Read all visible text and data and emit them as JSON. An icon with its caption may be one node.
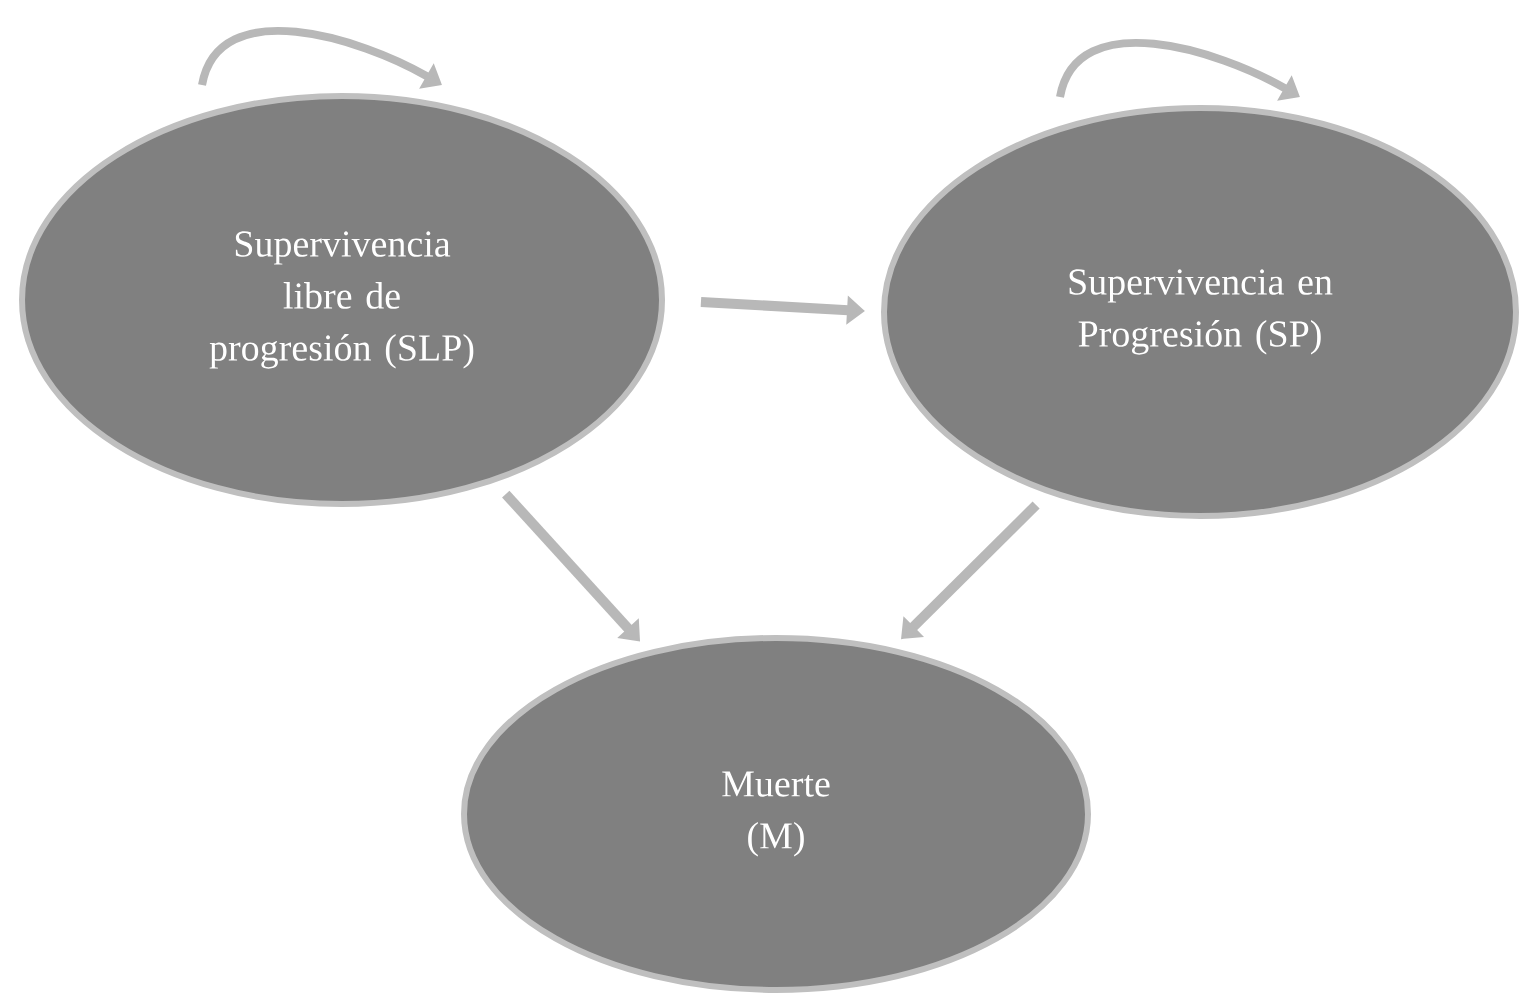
{
  "diagram": {
    "nodes": [
      {
        "text": [
          "Supervivencia libre de progresión (SLP)"
        ]
      },
      {
        "text": [
          "Supervivencia en Progresión (SP)"
        ]
      },
      {
        "text": [
          "Muerte (M)"
        ]
      }
    ],
    "edges": [
      {
        "from": 0,
        "to": 0,
        "arrow": "to"
      },
      {
        "from": 1,
        "to": 1,
        "arrow": "to"
      },
      {
        "from": 0,
        "to": 1,
        "arrow": "to"
      },
      {
        "from": 0,
        "to": 2,
        "arrow": "to"
      },
      {
        "from": 1,
        "to": 2,
        "arrow": "to"
      }
    ]
  }
}
